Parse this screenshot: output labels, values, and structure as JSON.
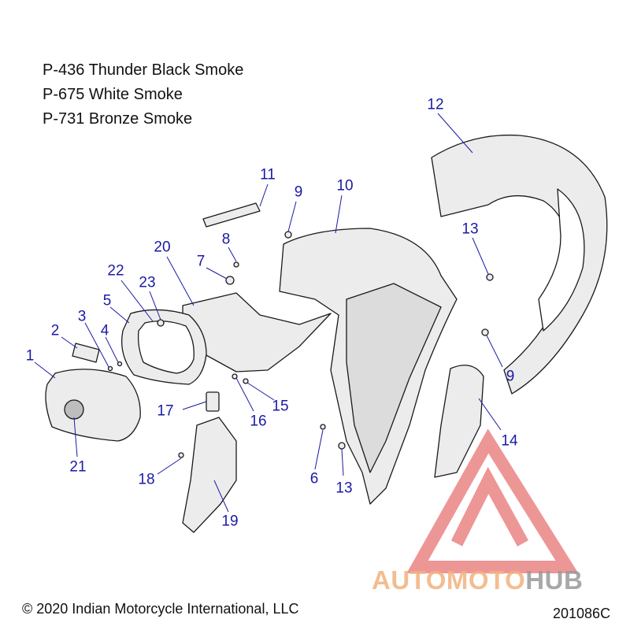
{
  "legend": [
    "P-436 Thunder Black Smoke",
    "P-675 White Smoke",
    "P-731 Bronze Smoke"
  ],
  "callouts": [
    "1",
    "2",
    "3",
    "4",
    "5",
    "6",
    "7",
    "8",
    "9",
    "9",
    "10",
    "11",
    "12",
    "13",
    "13",
    "14",
    "15",
    "16",
    "17",
    "18",
    "19",
    "20",
    "21",
    "22",
    "23"
  ],
  "copyright": "© 2020 Indian Motorcycle International, LLC",
  "diagram_code": "201086C",
  "watermark": {
    "part1": "AUTO",
    "part2": "MOTO",
    "part3": "HUB",
    "colors": {
      "accent": "#f2b27e",
      "gray": "#9a9a9a",
      "triangle": "#e87474"
    }
  },
  "colors": {
    "callout_text": "#1a1aa6",
    "line": "#1a1a1a",
    "part_fill": "#ececec"
  }
}
